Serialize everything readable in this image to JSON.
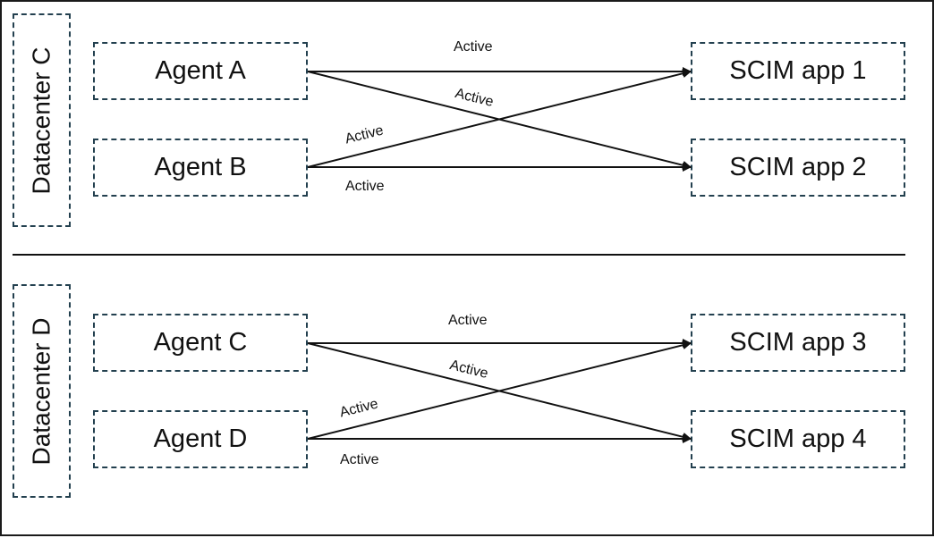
{
  "sections": [
    {
      "datacenter": "Datacenter C",
      "agents": [
        "Agent A",
        "Agent B"
      ],
      "apps": [
        "SCIM app 1",
        "SCIM app 2"
      ],
      "edge_labels": {
        "a0_to_p0": "Active",
        "a0_to_p1": "Active",
        "a1_to_p0": "Active",
        "a1_to_p1": "Active"
      }
    },
    {
      "datacenter": "Datacenter D",
      "agents": [
        "Agent C",
        "Agent D"
      ],
      "apps": [
        "SCIM app 3",
        "SCIM app 4"
      ],
      "edge_labels": {
        "a0_to_p0": "Active",
        "a0_to_p1": "Active",
        "a1_to_p0": "Active",
        "a1_to_p1": "Active"
      }
    }
  ],
  "colors": {
    "box_border": "#23404f",
    "line": "#111111",
    "background": "#ffffff"
  }
}
